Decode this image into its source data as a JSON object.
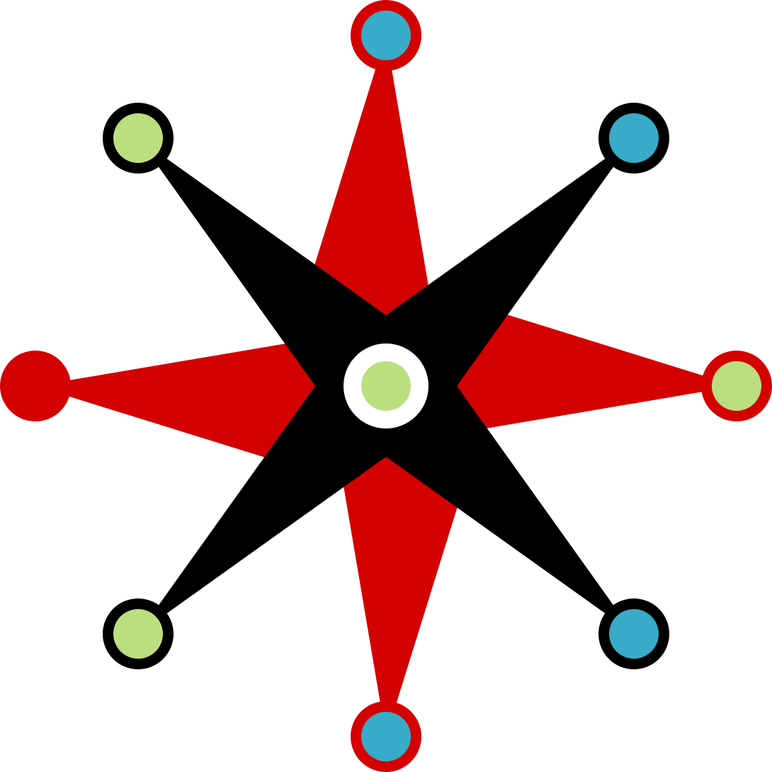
{
  "figure": {
    "subject": "eight-point-star-with-node-circles",
    "colors": {
      "red": "#D40000",
      "black": "#000000",
      "blue": "#37ABC8",
      "green": "#BBDF7F",
      "white": "#FFFFFF"
    },
    "center": {
      "ring": "white",
      "fill": "green"
    },
    "nodes": [
      {
        "name": "node-top",
        "ring": "red",
        "fill": "blue"
      },
      {
        "name": "node-top-right",
        "ring": "black",
        "fill": "blue"
      },
      {
        "name": "node-right",
        "ring": "red",
        "fill": "green"
      },
      {
        "name": "node-bottom-right",
        "ring": "black",
        "fill": "blue"
      },
      {
        "name": "node-bottom",
        "ring": "red",
        "fill": "blue"
      },
      {
        "name": "node-bottom-left",
        "ring": "black",
        "fill": "green"
      },
      {
        "name": "node-left",
        "ring": "red",
        "fill": "red"
      },
      {
        "name": "node-top-left",
        "ring": "black",
        "fill": "green"
      }
    ]
  }
}
